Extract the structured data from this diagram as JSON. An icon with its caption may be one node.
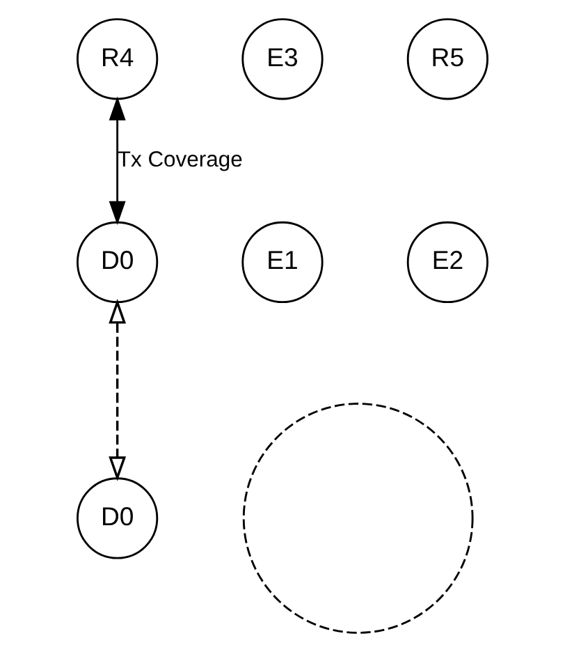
{
  "diagram": {
    "nodes": [
      {
        "text": [
          "R4"
        ]
      },
      {
        "text": [
          "E3"
        ]
      },
      {
        "text": [
          "R5"
        ]
      },
      {
        "text": [
          "E1"
        ]
      },
      {
        "text": [
          "D0"
        ]
      },
      {
        "text": [
          "E2"
        ]
      },
      {
        "text": [
          "D0"
        ]
      },
      {
        "text": [],
        "shape": "circle"
      }
    ],
    "edges": [
      {
        "from": 0,
        "to": 4,
        "arrow": "both",
        "label": "Tx Coverage"
      },
      {
        "from": 4,
        "to": 6,
        "arrow": "both",
        "style": "dashed"
      }
    ]
  }
}
